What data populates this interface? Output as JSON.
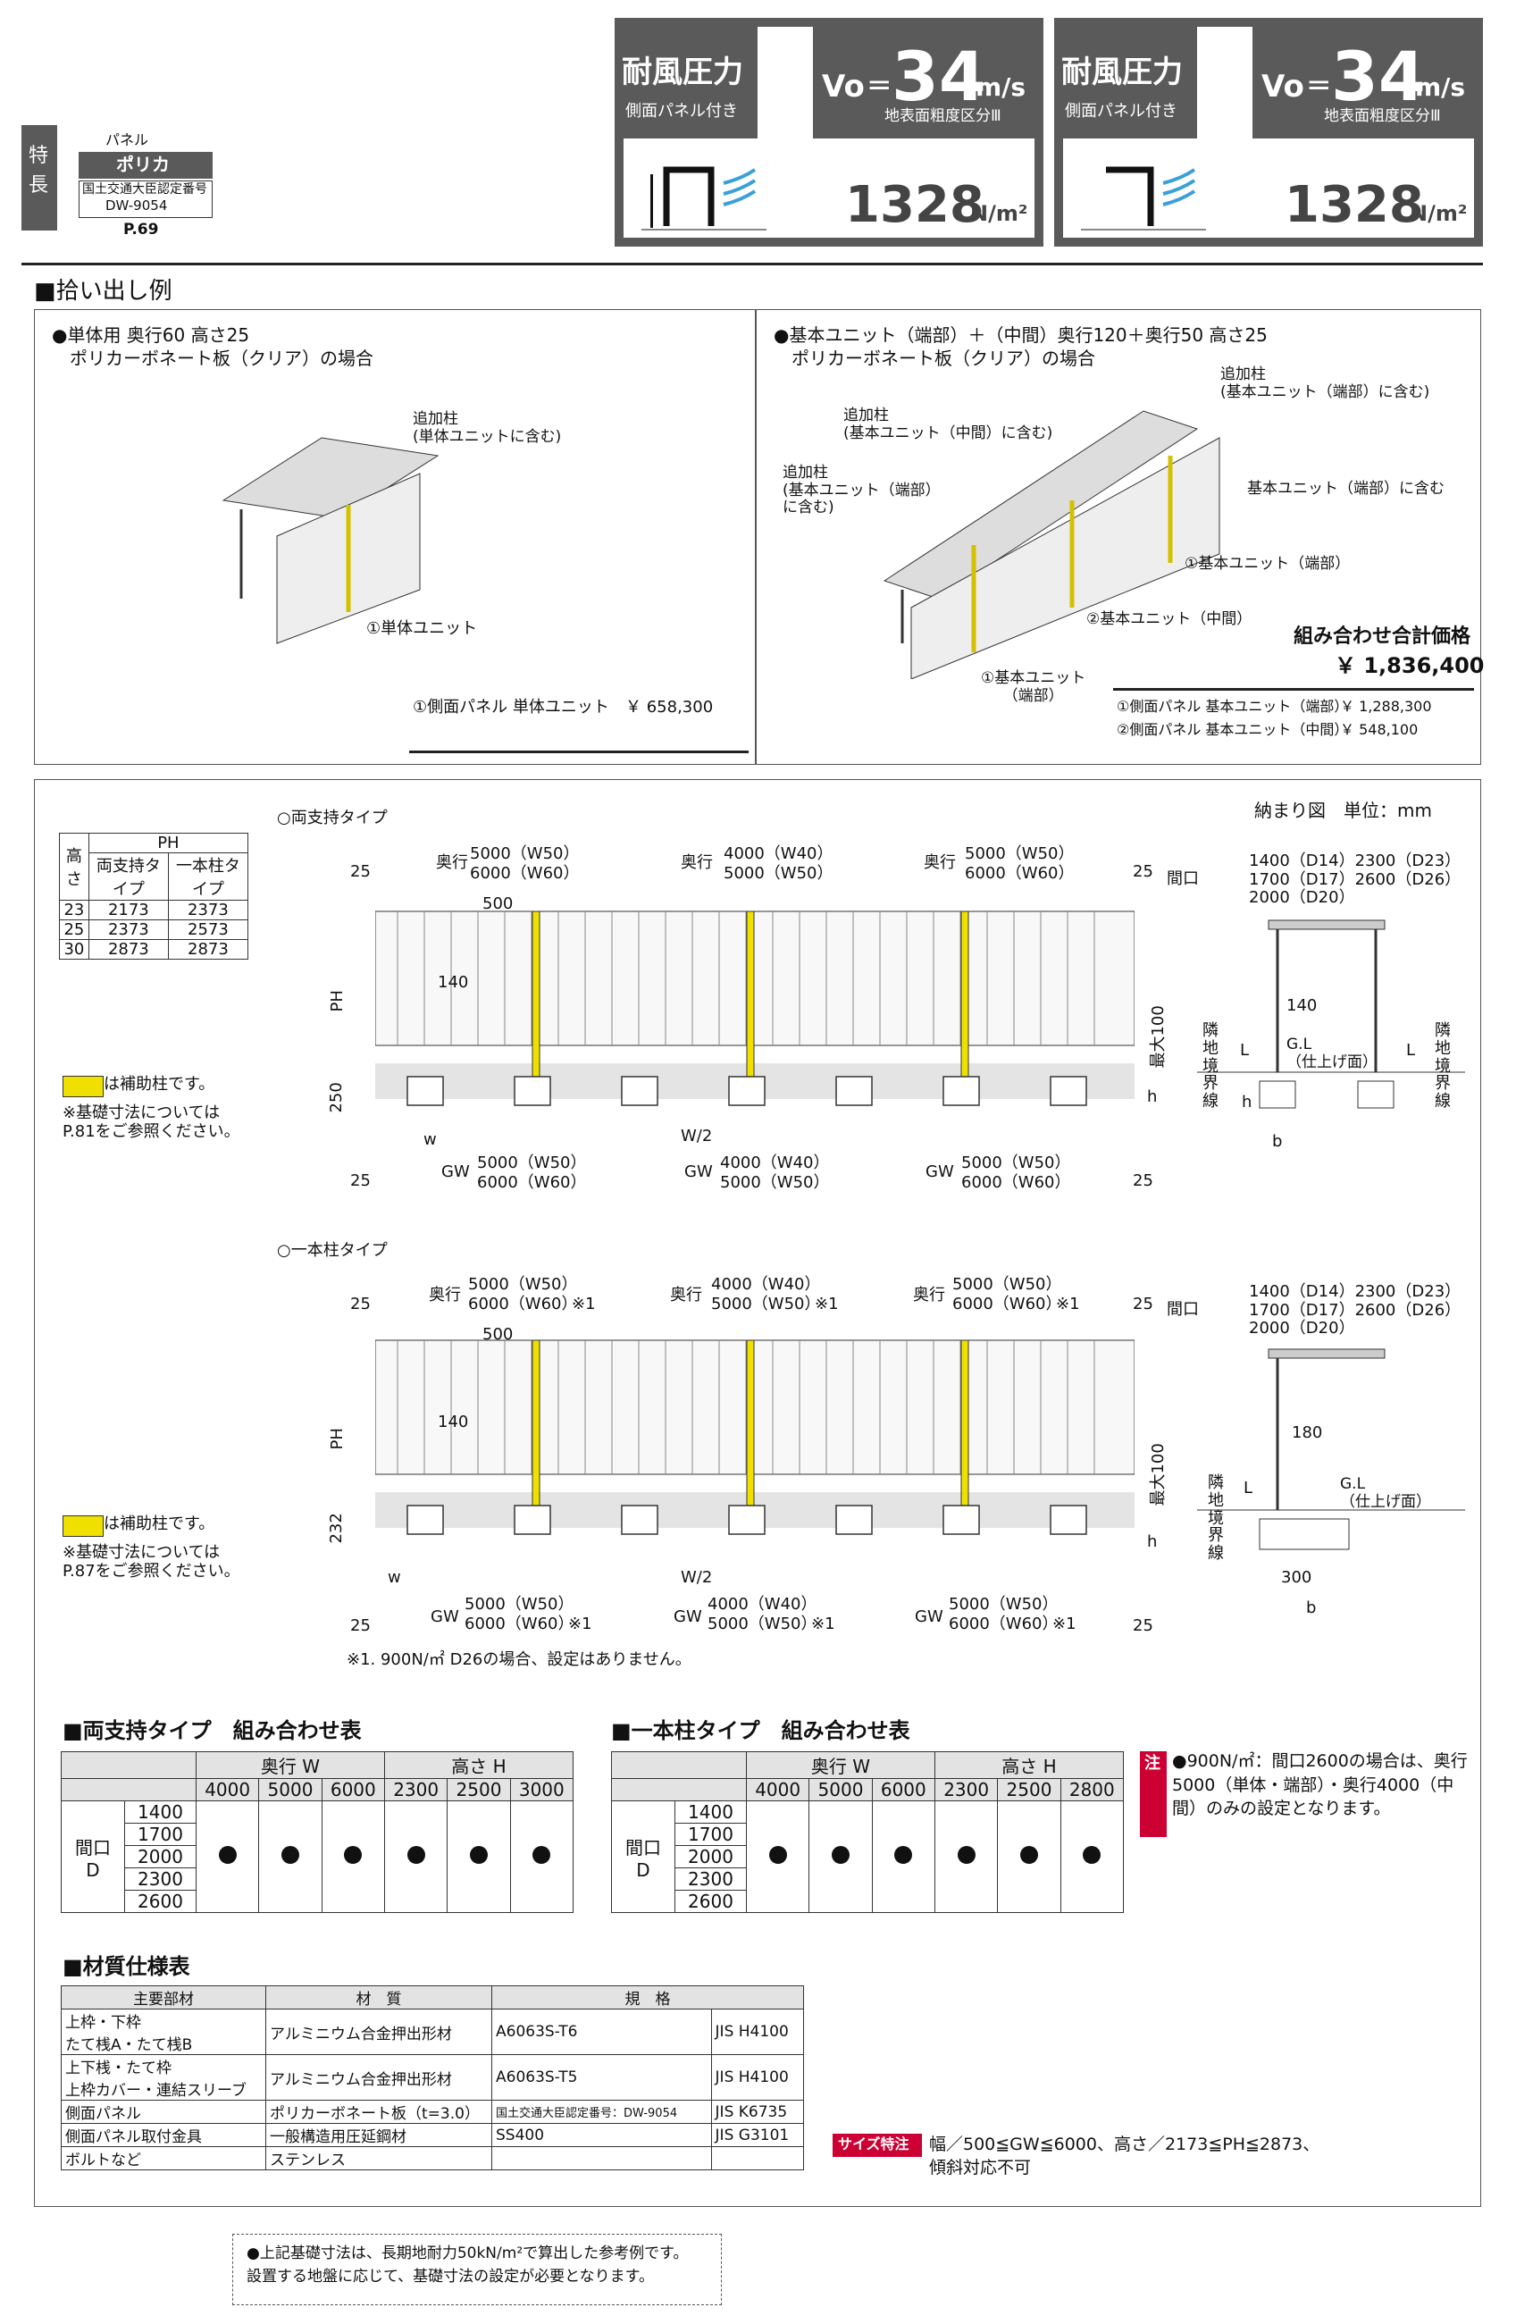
{
  "features": {
    "side_label": "特長",
    "panel_caption": "パネル",
    "panel_type": "ポリカ",
    "cert_line1": "国土交通大臣認定番号",
    "cert_line2": "DW-9054",
    "page_ref": "P.69"
  },
  "wind_boxes": [
    {
      "title": "耐風圧力",
      "sub": "側面パネル付き",
      "vo_label": "Vo",
      "vo_value": "34",
      "vo_unit": "m/s",
      "roughness": "地表面粗度区分Ⅲ",
      "pressure": "1328",
      "pressure_unit": "N/m²"
    },
    {
      "title": "耐風圧力",
      "sub": "側面パネル付き",
      "vo_label": "Vo",
      "vo_value": "34",
      "vo_unit": "m/s",
      "roughness": "地表面粗度区分Ⅲ",
      "pressure": "1328",
      "pressure_unit": "N/m²"
    }
  ],
  "example": {
    "heading": "■拾い出し例",
    "left_title1": "●単体用 奥行60 高さ25",
    "left_title2": "ポリカーボネート板（クリア）の場合",
    "left_label_post": "追加柱\n(単体ユニットに含む)",
    "left_label_unit": "①単体ユニット",
    "left_price_label": "①側面パネル 単体ユニット",
    "left_price": "￥ 658,300",
    "right_title1": "●基本ユニット（端部）＋（中間）奥行120＋奥行50 高さ25",
    "right_title2": "ポリカーボネート板（クリア）の場合",
    "right_label_a": "追加柱\n(基本ユニット（端部）に含む)",
    "right_label_b": "追加柱\n(基本ユニット（中間）に含む)",
    "right_label_c": "追加柱\n(基本ユニット（端部）\nに含む)",
    "right_label_d": "基本ユニット（端部）に含む",
    "right_label_e": "①基本ユニット（端部）",
    "right_label_f": "②基本ユニット（中間）",
    "right_label_g": "①基本ユニット\n（端部）",
    "total_label": "組み合わせ合計価格",
    "total_price": "￥ 1,836,400",
    "price1_label": "①側面パネル 基本ユニット（端部）",
    "price1": "￥ 1,288,300",
    "price2_label": "②側面パネル 基本ユニット（中間）",
    "price2": "￥ 548,100"
  },
  "dimensions": {
    "unit_note": "納まり図　単位：mm",
    "type_both": "○両支持タイプ",
    "type_single": "○一本柱タイプ",
    "ph_table": {
      "header_ph": "PH",
      "col_height": "高さ",
      "col_both": "両支持タイプ",
      "col_single": "一本柱タイプ",
      "rows": [
        [
          "23",
          "2173",
          "2373"
        ],
        [
          "25",
          "2373",
          "2573"
        ],
        [
          "30",
          "2873",
          "2873"
        ]
      ]
    },
    "aux_note": "は補助柱です。",
    "foundation_note_both": "※基礎寸法については\nP.81をご参照ください。",
    "foundation_note_single": "※基礎寸法については\nP.87をご参照ください。",
    "depth_label": "奥行",
    "d_left_1": "5000（W50）",
    "d_left_2": "6000（W60）",
    "d_mid_1": "4000（W40）",
    "d_mid_2": "5000（W50）",
    "d_right_1": "5000（W50）",
    "d_right_2": "6000（W60）",
    "mark1": "※1",
    "gw_label": "GW",
    "w_half": "W/2",
    "w_label": "w",
    "h_label": "h",
    "ph_label": "PH",
    "max100": "最大100",
    "v25": "25",
    "v500": "500",
    "v140": "140",
    "v180": "180",
    "v250": "250",
    "v232": "232",
    "v300": "300",
    "b_label": "b",
    "l_label": "L",
    "gl_label": "G.L\n（仕上げ面）",
    "boundary": "隣地境界線",
    "opening_label": "間口",
    "opening_values": "1400（D14）2300（D23）\n1700（D17）2600（D26）\n2000（D20）",
    "footnote": "※1. 900N/㎡ D26の場合、設定はありません。"
  },
  "combo_both": {
    "heading": "■両支持タイプ　組み合わせ表",
    "depth_head": "奥行 W",
    "height_head": "高さ H",
    "depths": [
      "4000",
      "5000",
      "6000"
    ],
    "heights": [
      "2300",
      "2500",
      "3000"
    ],
    "row_head": "間口\nD",
    "openings": [
      "1400",
      "1700",
      "2000",
      "2300",
      "2600"
    ]
  },
  "combo_single": {
    "heading": "■一本柱タイプ　組み合わせ表",
    "depth_head": "奥行 W",
    "height_head": "高さ H",
    "depths": [
      "4000",
      "5000",
      "6000"
    ],
    "heights": [
      "2300",
      "2500",
      "2800"
    ],
    "row_head": "間口\nD",
    "openings": [
      "1400",
      "1700",
      "2000",
      "2300",
      "2600"
    ]
  },
  "note": {
    "badge": "注",
    "text": "●900N/㎡：間口2600の場合は、奥行5000（単体・端部）・奥行4000（中間）のみの設定となります。"
  },
  "materials": {
    "heading": "■材質仕様表",
    "headers": [
      "主要部材",
      "材　質",
      "規　格"
    ],
    "rows": [
      [
        "上枠・下枠\nたて桟A・たて桟B",
        "アルミニウム合金押出形材",
        "A6063S-T6",
        "JIS H4100"
      ],
      [
        "上下桟・たて枠\n上枠カバー・連結スリーブ",
        "アルミニウム合金押出形材",
        "A6063S-T5",
        "JIS H4100"
      ],
      [
        "側面パネル",
        "ポリカーボネート板（t=3.0）",
        "国土交通大臣認定番号：DW-9054",
        "JIS K6735"
      ],
      [
        "側面パネル取付金具",
        "一般構造用圧延鋼材",
        "SS400",
        "JIS G3101"
      ],
      [
        "ボルトなど",
        "ステンレス",
        "",
        ""
      ]
    ]
  },
  "size_note": {
    "badge": "サイズ特注",
    "text": "幅／500≦GW≦6000、高さ／2173≦PH≦2873、\n傾斜対応不可"
  },
  "bottom_note": "●上記基礎寸法は、長期地耐力50kN/m²で算出した参考例です。\n設置する地盤に応じて、基礎寸法の設定が必要となります。",
  "colors": {
    "dark_gray": "#5a5a5a",
    "accent_yellow": "#f0e000",
    "red": "#cc0033",
    "light_bg": "#f2f2f2"
  }
}
